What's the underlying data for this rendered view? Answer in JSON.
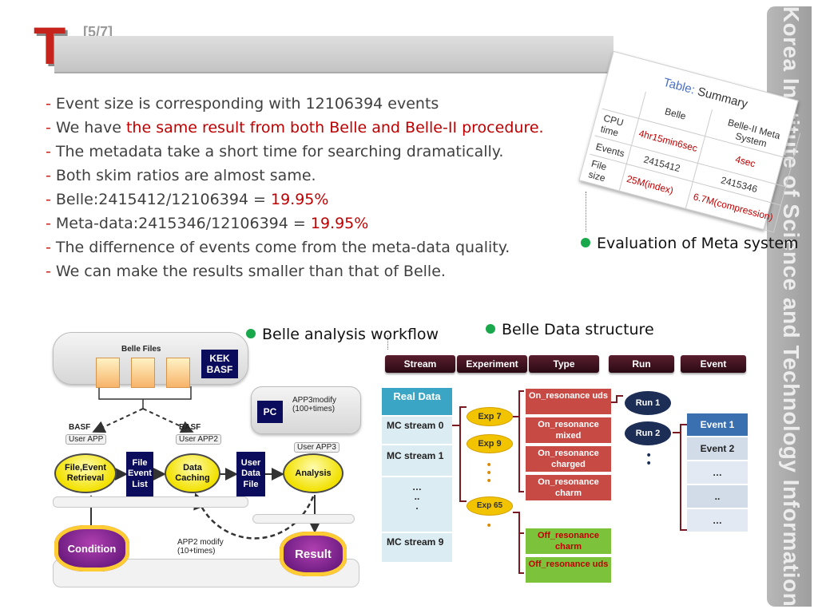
{
  "header": {
    "logo_letter": "T",
    "page_number": "[5/7]",
    "title": ""
  },
  "side_band": {
    "text": "Korea Institute of Science and Technology Information"
  },
  "bullets": [
    {
      "dash": "-",
      "text": " Event size is corresponding with 12106394 events",
      "highlight": ""
    },
    {
      "dash": "-",
      "text": " We have ",
      "highlight": "the same result from both Belle and Belle-II procedure."
    },
    {
      "dash": "-",
      "text": " The metadata take a short time for searching dramatically.",
      "highlight": ""
    },
    {
      "dash": "-",
      "text": " Both skim ratios are almost same.",
      "highlight": ""
    },
    {
      "dash": "-",
      "text": " Belle:2415412/12106394 = ",
      "highlight": "19.95%"
    },
    {
      "dash": "-",
      "text": " Meta-data:2415346/12106394 = ",
      "highlight": "19.95%"
    },
    {
      "dash": "-",
      "text": " The differnence of events come from the meta-data quality.",
      "highlight": ""
    },
    {
      "dash": "-",
      "text": " We can make the results smaller than that of Belle.",
      "highlight": ""
    }
  ],
  "summary_table": {
    "title_prefix": "Table:",
    "title": " Summary",
    "headers": [
      "",
      "Belle",
      "Belle-II Meta System"
    ],
    "rows": [
      [
        "CPU time",
        "4hr15min6sec",
        "4sec"
      ],
      [
        "Events",
        "2415412",
        "2415346"
      ],
      [
        "File size",
        "25M(index)",
        "6.7M(compression)"
      ]
    ]
  },
  "captions": {
    "evaluation": "Evaluation of Meta system",
    "workflow": "Belle analysis workflow",
    "structure": "Belle Data structure"
  },
  "workflow": {
    "belle_files": "Belle Files",
    "kek_basf": "KEK BASF",
    "pc": "PC",
    "app3modify": "APP3modify (100+times)",
    "basf_left": "BASF",
    "basf_right": "BASF",
    "user_app": "User APP",
    "user_app2": "User APP2",
    "user_app3": "User APP3",
    "retrieval": "File,Event Retrieval",
    "file_event_list": "File Event List",
    "data_caching": "Data Caching",
    "user_data_file": "User Data File",
    "analysis": "Analysis",
    "app2modify": "APP2 modify (10+times)",
    "condition": "Condition",
    "result": "Result"
  },
  "structure": {
    "headers": [
      "Stream",
      "Experiment",
      "Type",
      "Run",
      "Event"
    ],
    "streams": [
      "Real Data",
      "MC stream 0",
      "MC stream 1",
      "…",
      "..",
      ".",
      "MC stream 9"
    ],
    "experiments": [
      "Exp 7",
      "Exp 9",
      "Exp 65"
    ],
    "types_on": [
      "On_resonance uds",
      "On_resonance mixed",
      "On_resonance charged",
      "On_resonance charm"
    ],
    "types_off": [
      "Off_resonance charm",
      "Off_resonance uds"
    ],
    "runs": [
      "Run 1",
      "Run 2"
    ],
    "events": [
      "Event 1",
      "Event 2",
      "…",
      "..",
      "…"
    ]
  },
  "colors": {
    "accent_red": "#c5231b",
    "highlight_red": "#c00000",
    "caption_dot": "#1aa84c"
  }
}
